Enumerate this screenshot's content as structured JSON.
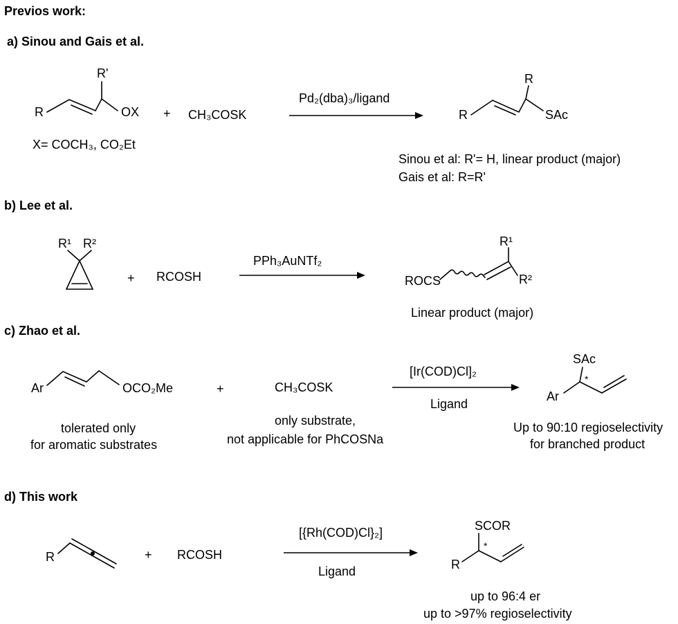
{
  "header": "Previos work:",
  "sections": {
    "a": {
      "title": "a) Sinou and Gais et al.",
      "substrate_R": "R",
      "substrate_R_prime": "R'",
      "substrate_OX": "OX",
      "substrate_note": "X= COCH₃, CO₂Et",
      "plus": "+",
      "reagent": "CH₃COSK",
      "catalyst": "Pd₂(dba)₃/ligand",
      "product_R_left": "R",
      "product_R_top": "R",
      "product_SAc": "SAc",
      "note_line1": "Sinou et al: R'= H, linear product (major)",
      "note_line2": "Gais et al: R=R'"
    },
    "b": {
      "title": "b) Lee et al.",
      "substrate_R1": "R¹",
      "substrate_R2": "R²",
      "plus": "+",
      "reagent": "RCOSH",
      "catalyst": "PPh₃AuNTf₂",
      "product_ROCS": "ROCS",
      "product_R1": "R¹",
      "product_R2": "R²",
      "note": "Linear product (major)"
    },
    "c": {
      "title": "c) Zhao et al.",
      "substrate_Ar": "Ar",
      "substrate_OCO2Me": "OCO₂Me",
      "substrate_note1": "tolerated only",
      "substrate_note2": "for aromatic substrates",
      "plus": "+",
      "reagent": "CH₃COSK",
      "reagent_note1": "only substrate,",
      "reagent_note2": "not applicable for PhCOSNa",
      "catalyst": "[Ir(COD)Cl]₂",
      "ligand": "Ligand",
      "product_SAc": "SAc",
      "product_star": "*",
      "product_Ar": "Ar",
      "note1": "Up to 90:10 regioselectivity",
      "note2": "for branched product"
    },
    "d": {
      "title": "d) This work",
      "substrate_R": "R",
      "plus": "+",
      "reagent": "RCOSH",
      "catalyst": "[{Rh(COD)Cl}₂]",
      "ligand": "Ligand",
      "product_SCOR": "SCOR",
      "product_star": "*",
      "product_R": "R",
      "note1": "up to 96:4 er",
      "note2": "up to >97% regioselectivity"
    }
  }
}
